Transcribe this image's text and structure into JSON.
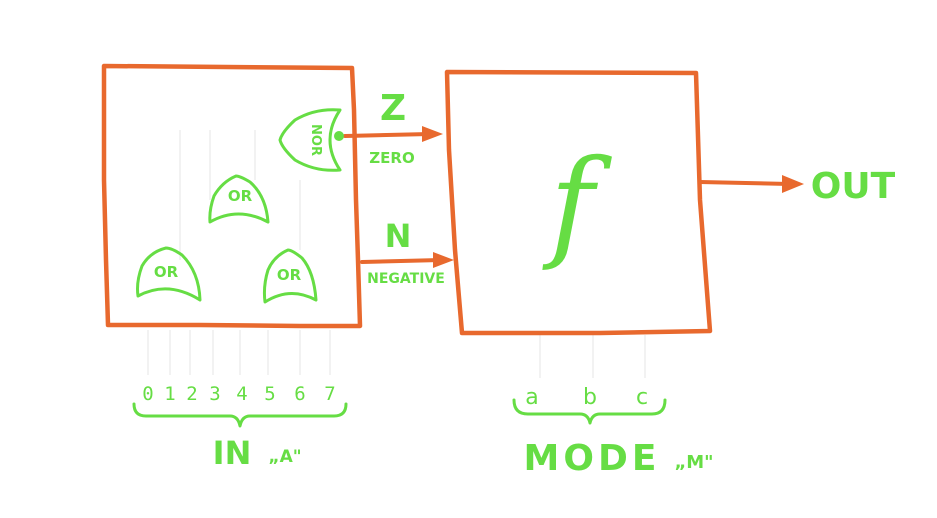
{
  "colors": {
    "box": "#e8692e",
    "label": "#66dd44",
    "faint": "#e9e9e9"
  },
  "gates": {
    "nor": "NOR",
    "or_mid": "OR",
    "or_left": "OR",
    "or_right": "OR"
  },
  "outputs": {
    "z_letter": "Z",
    "z_label": "ZERO",
    "n_letter": "N",
    "n_label": "NEGATIVE"
  },
  "function_symbol": "f",
  "out_label": "OUT",
  "input_bits": [
    "0",
    "1",
    "2",
    "3",
    "4",
    "5",
    "6",
    "7"
  ],
  "input_group": {
    "label": "IN",
    "sub": "„A\""
  },
  "mode_bits": [
    "a",
    "b",
    "c"
  ],
  "mode_group": {
    "label": "MODE",
    "sub": "„M\""
  }
}
